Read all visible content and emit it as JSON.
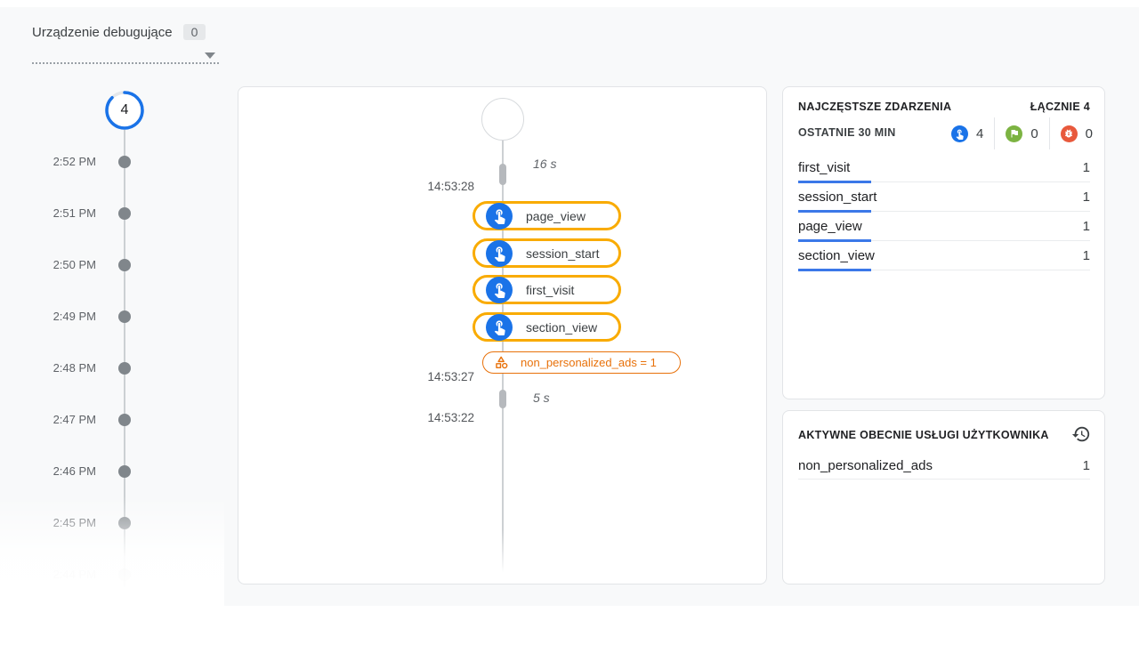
{
  "device_selector": {
    "label": "Urządzenie debugujące",
    "badge": "0"
  },
  "minute_timeline": {
    "counter": "4",
    "ticks": [
      "2:52 PM",
      "2:51 PM",
      "2:50 PM",
      "2:49 PM",
      "2:48 PM",
      "2:47 PM",
      "2:46 PM",
      "2:45 PM",
      "2:44 PM"
    ]
  },
  "stream": {
    "timestamps": [
      "14:53:28",
      "14:53:27",
      "14:53:22"
    ],
    "gaps": [
      "16 s",
      "5 s"
    ],
    "events": [
      "page_view",
      "session_start",
      "first_visit",
      "section_view"
    ],
    "property_chip": "non_personalized_ads = 1"
  },
  "top_events": {
    "title": "NAJCZĘSTSZE ZDARZENIA",
    "total_label": "ŁĄCZNIE 4",
    "window_label": "OSTATNIE 30 MIN",
    "counters": [
      {
        "icon": "touch-event-icon",
        "count": "4",
        "color": "#1a73e8"
      },
      {
        "icon": "conversion-flag-icon",
        "count": "0",
        "color": "#7cb342"
      },
      {
        "icon": "error-bug-icon",
        "count": "0",
        "color": "#e8593c"
      }
    ],
    "rows": [
      {
        "name": "first_visit",
        "count": "1"
      },
      {
        "name": "session_start",
        "count": "1"
      },
      {
        "name": "page_view",
        "count": "1"
      },
      {
        "name": "section_view",
        "count": "1"
      }
    ]
  },
  "user_properties": {
    "title": "AKTYWNE OBECNIE USŁUGI UŻYTKOWNIKA",
    "rows": [
      {
        "name": "non_personalized_ads",
        "count": "1"
      }
    ]
  },
  "colors": {
    "accent_blue": "#1a73e8",
    "chip_amber": "#f9ab00",
    "property_orange": "#e8710a",
    "conversion_green": "#7cb342",
    "error_red": "#e8593c"
  }
}
